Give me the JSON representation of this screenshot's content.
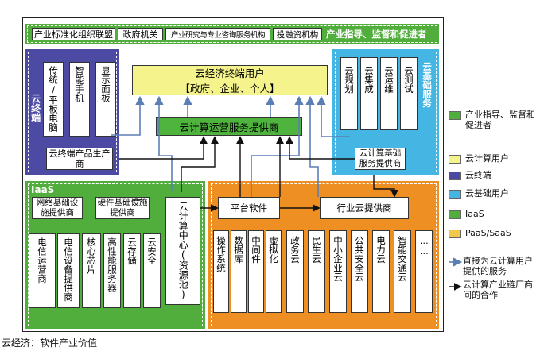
{
  "top_bar": {
    "items": [
      "产业标准化组织联盟",
      "政府机关",
      "产业研究与专业咨询服务机构",
      "投融资机构"
    ],
    "right_label": "产业指导、监督和促进者"
  },
  "terminal": {
    "side_label": "云终端",
    "items": [
      "传统/平板电脑",
      "智能手机",
      "显示面板"
    ],
    "bottom": "云终端产品生产商"
  },
  "center": {
    "users_line1": "云经济终端用户",
    "users_line2": "【政府、企业、个人】",
    "operator": "云计算运营服务提供商"
  },
  "basic": {
    "side_label": "云基础服务",
    "items": [
      "云规划",
      "云集成",
      "云运维",
      "云测试"
    ],
    "bottom": "云计算基础服务提供商"
  },
  "iaas": {
    "label": "IaaS",
    "network": "网络基础设施提供商",
    "hardware": "硬件基础设施提供商",
    "pool": "云计算中心(资源池)",
    "items": [
      "电信运营商",
      "电信设备提供商",
      "核心芯片",
      "高性能服务器",
      "云存储",
      "云安全"
    ]
  },
  "paas": {
    "platform": "平台软件",
    "industry": "行业云提供商",
    "items": [
      "操作系统",
      "数据库",
      "中间件",
      "虚拟化",
      "政务云",
      "民生云",
      "中小企业云",
      "公共安全云",
      "电力云",
      "智能交通云",
      "……"
    ]
  },
  "legend": {
    "items": [
      {
        "label": "产业指导、监督和促进者",
        "color": "#52ae3c"
      },
      {
        "label": "云计算用户",
        "color": "#f4f38c"
      },
      {
        "label": "云终端",
        "color": "#4d4aa4"
      },
      {
        "label": "云基础用户",
        "color": "#45b6e4"
      },
      {
        "label": "IaaS",
        "color": "#52ae3c"
      },
      {
        "label": "PaaS/SaaS",
        "color": "#f2c84b"
      }
    ],
    "arrow_blue": "直接为云计算用户提供的服务",
    "arrow_black": "云计算产业链厂商间的合作"
  },
  "caption": "云经济：软件产业价值"
}
